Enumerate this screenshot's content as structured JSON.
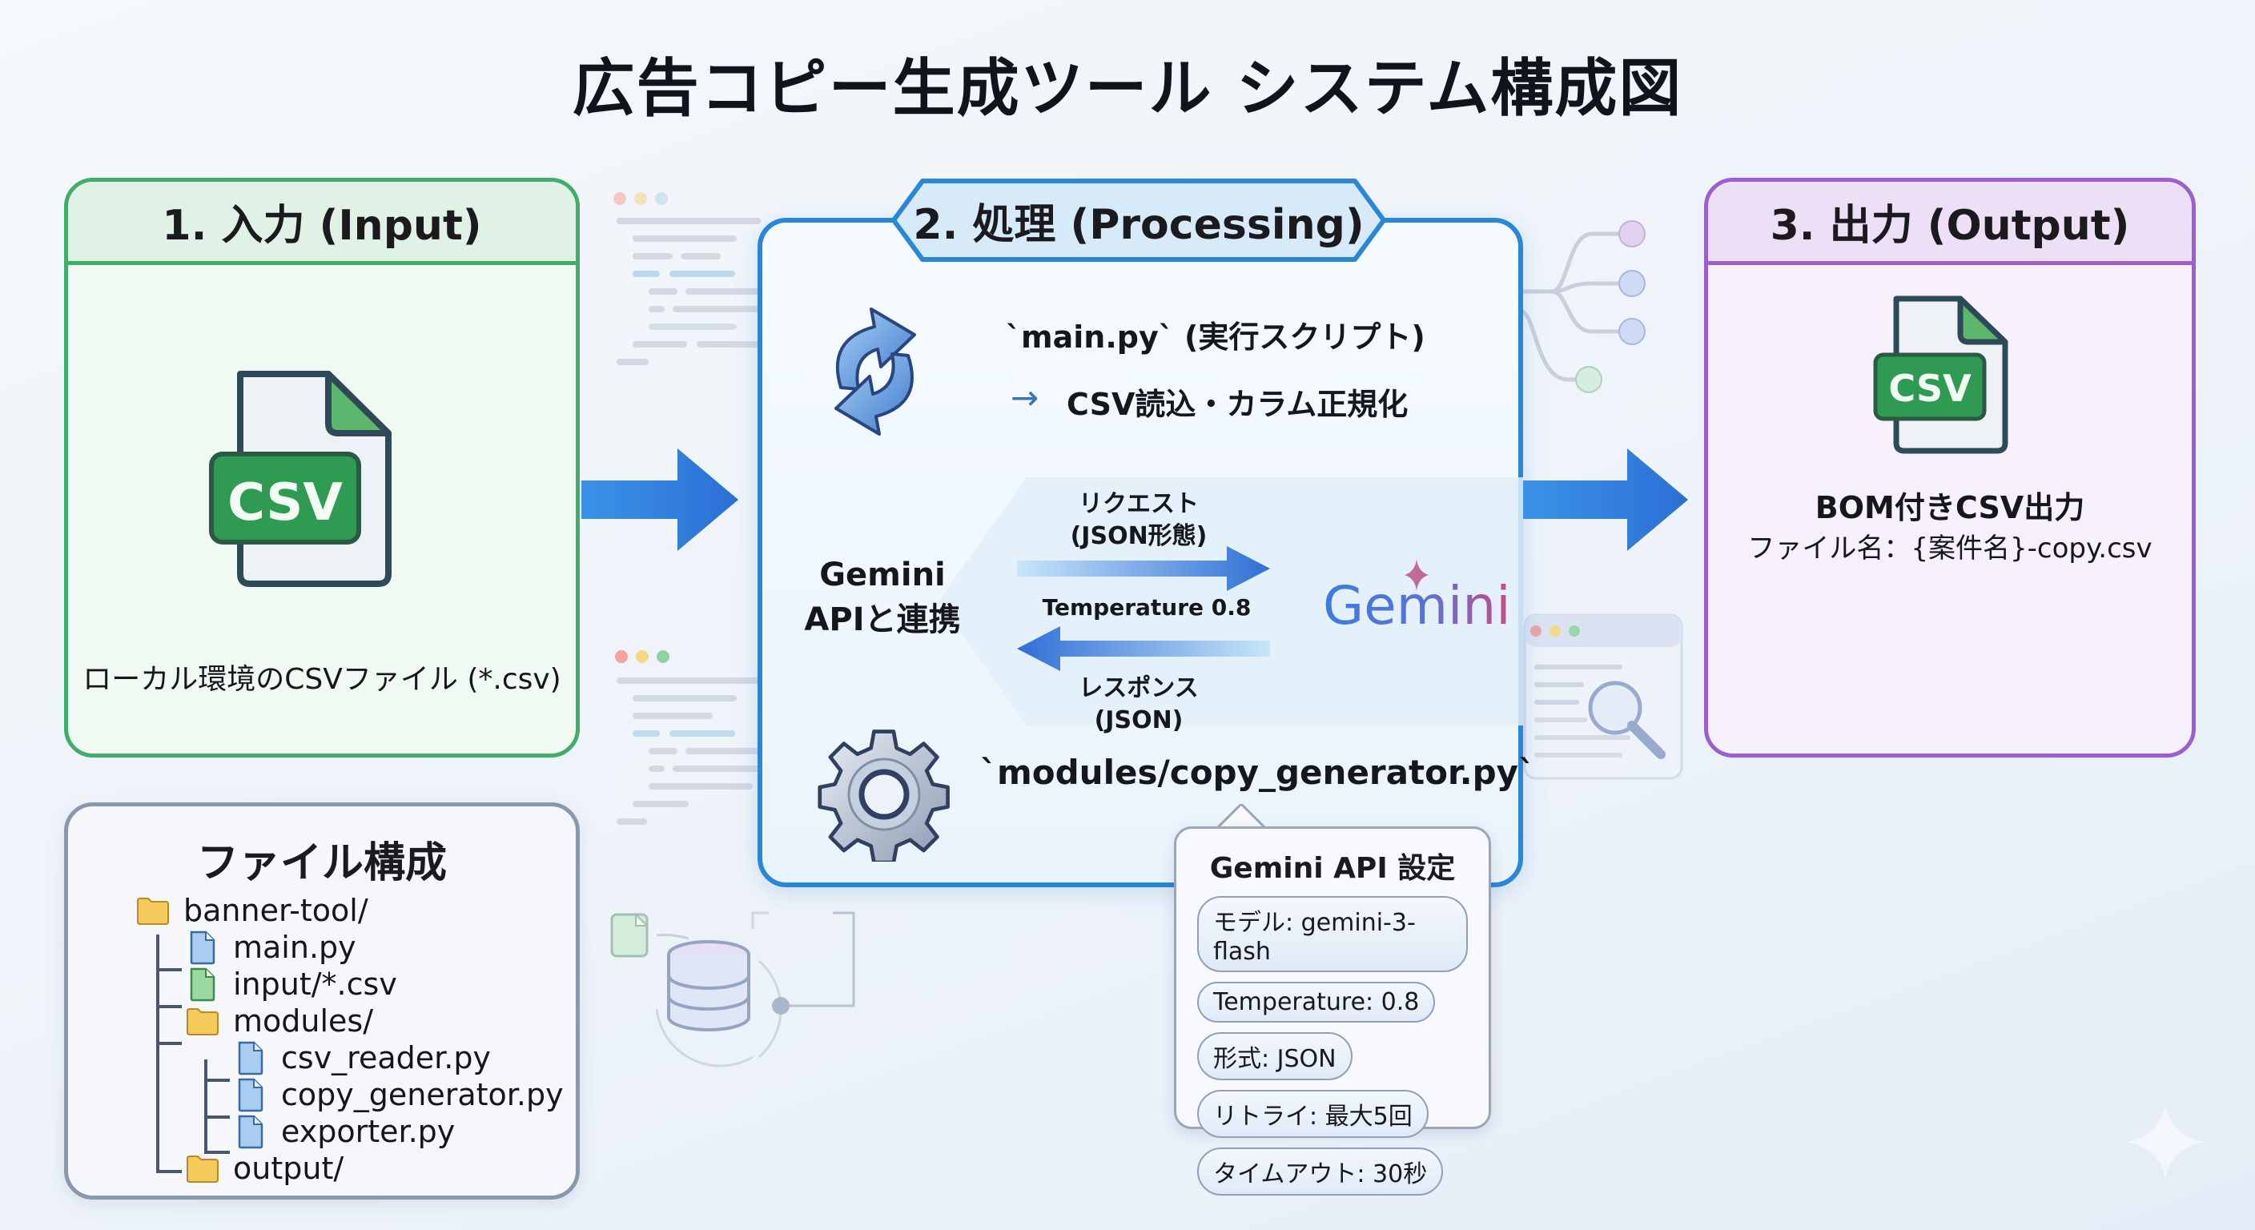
{
  "title": "広告コピー生成ツール システム構成図",
  "input_panel": {
    "header": "1. 入力 (Input)",
    "icon": "csv-file-icon",
    "icon_label": "CSV",
    "description": "ローカル環境のCSVファイル (*.csv)",
    "accent": "#3fae6b"
  },
  "processing_panel": {
    "header": "2. 処理 (Processing)",
    "accent": "#2a86d6",
    "main_script": {
      "icon": "refresh-cycle-icon",
      "line1": "`main.py` (実行スクリプト)",
      "line2_arrow": "→",
      "line2": "CSV読込・カラム正規化"
    },
    "api_link": {
      "label_line1": "Gemini",
      "label_line2": "APIと連携",
      "request_line1": "リクエスト",
      "request_line2": "(JSON形態)",
      "temperature": "Temperature 0.8",
      "response_line1": "レスポンス",
      "response_line2": "(JSON)",
      "logo_text": "Gemini"
    },
    "module": {
      "icon": "gear-icon",
      "label": "`modules/copy_generator.py`"
    },
    "settings": {
      "title": "Gemini API 設定",
      "items": [
        "モデル: gemini-3-flash",
        "Temperature: 0.8",
        "形式: JSON",
        "リトライ: 最大5回",
        "タイムアウト: 30秒"
      ]
    }
  },
  "output_panel": {
    "header": "3. 出力 (Output)",
    "icon": "csv-file-icon",
    "icon_label": "CSV",
    "line1": "BOM付きCSV出力",
    "line2": "ファイル名：{案件名}-copy.csv",
    "accent": "#9b5fd0"
  },
  "file_structure": {
    "title": "ファイル構成",
    "tree": [
      {
        "name": "banner-tool/",
        "type": "folder",
        "depth": 0
      },
      {
        "name": "main.py",
        "type": "py",
        "depth": 1
      },
      {
        "name": "input/*.csv",
        "type": "csv",
        "depth": 1
      },
      {
        "name": "modules/",
        "type": "folder",
        "depth": 1
      },
      {
        "name": "csv_reader.py",
        "type": "py",
        "depth": 2
      },
      {
        "name": "copy_generator.py",
        "type": "py",
        "depth": 2
      },
      {
        "name": "exporter.py",
        "type": "py",
        "depth": 2
      },
      {
        "name": "output/",
        "type": "folder",
        "depth": 1
      }
    ]
  },
  "colors": {
    "flow_arrow": "#2f7fe0",
    "folder": "#f5c95a",
    "py_file": "#a9cdf0",
    "csv_file": "#9bd9a3"
  }
}
